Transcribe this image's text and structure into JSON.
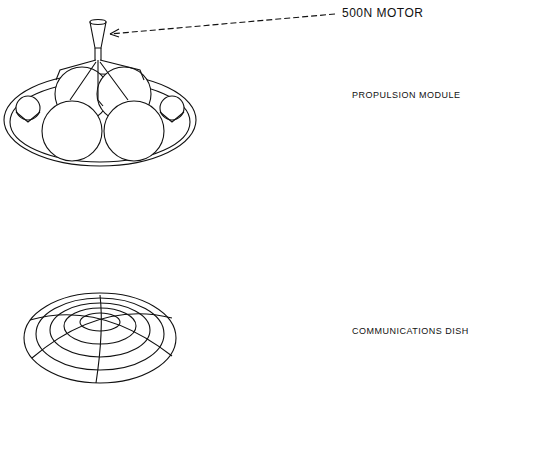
{
  "diagram": {
    "labels": [
      "500N MOTOR",
      "PROPULSION MODULE",
      "COMMUNICATIONS DISH"
    ]
  }
}
